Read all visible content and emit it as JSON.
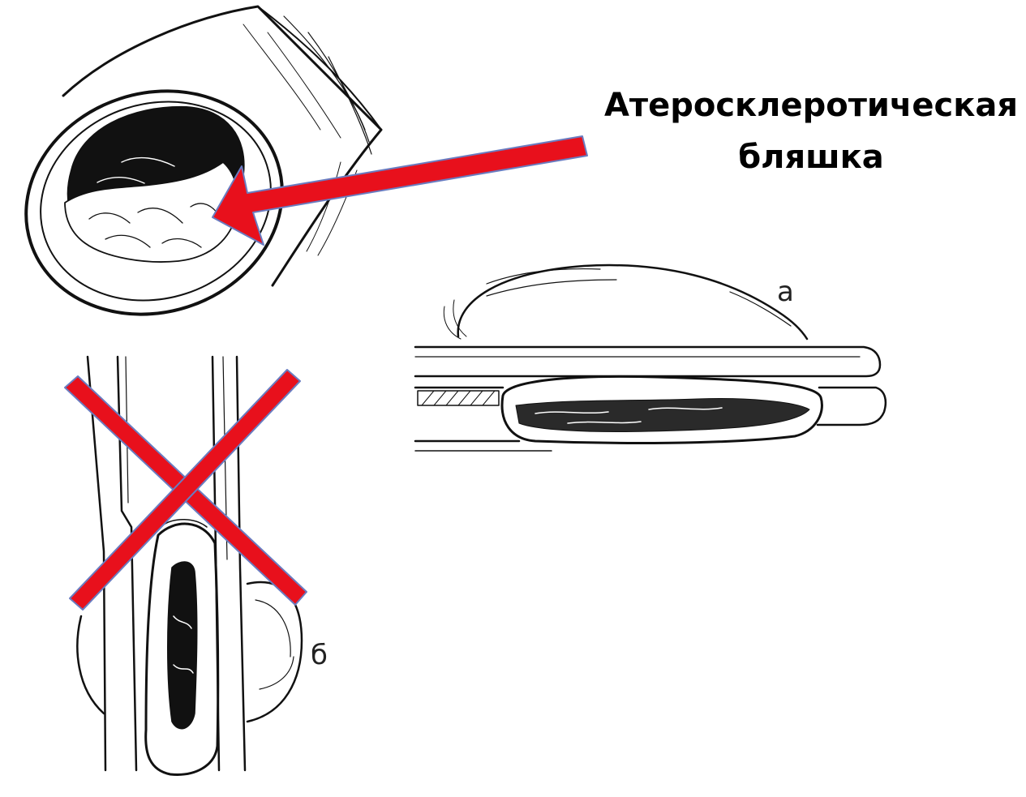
{
  "caption": {
    "line1": "Атеросклеротическая",
    "line2": "бляшка"
  },
  "labels": {
    "a": "а",
    "b": "б"
  },
  "colors": {
    "arrow": "#e8101c",
    "cross": "#e8101c",
    "arrow_outline": "#6a7cc0",
    "ink": "#111111",
    "background": "#ffffff"
  },
  "illustrations": [
    "artery-cross-section",
    "plaque-arrow",
    "variant-a-endarterectomy",
    "variant-b-endarterectomy",
    "crossed-out-mark"
  ]
}
